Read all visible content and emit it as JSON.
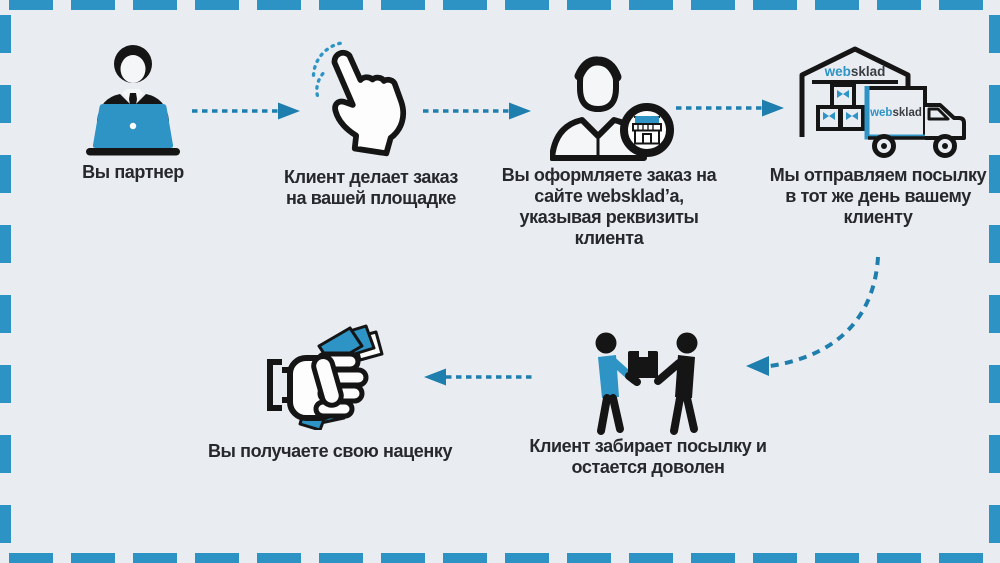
{
  "colors": {
    "background": "#e9edf2",
    "accent_blue": "#2e93c5",
    "arrow_blue": "#1e7eae",
    "icon_ink": "#151515",
    "text": "#26282c"
  },
  "brand": {
    "web": "web",
    "sklad": "sklad"
  },
  "steps": [
    {
      "id": "partner",
      "icon": "partner-laptop-icon",
      "label_lines": [
        "Вы партнер"
      ]
    },
    {
      "id": "client-order",
      "icon": "tap-click-icon",
      "label_lines": [
        "Клиент делает заказ",
        "на вашей площадке"
      ]
    },
    {
      "id": "place-order",
      "icon": "manager-storefront-icon",
      "label_lines": [
        "Вы оформляете заказ на",
        "сайте websklad’а,",
        "указывая реквизиты",
        "клиента"
      ]
    },
    {
      "id": "ship",
      "icon": "warehouse-truck-icon",
      "label_lines": [
        "Мы отправляем посылку",
        "в тот же день вашему",
        "клиенту"
      ]
    },
    {
      "id": "pickup",
      "icon": "handover-box-icon",
      "label_lines": [
        "Клиент забирает посылку и",
        "остается доволен"
      ]
    },
    {
      "id": "margin",
      "icon": "money-fist-icon",
      "label_lines": [
        "Вы получаете свою наценку"
      ]
    }
  ]
}
